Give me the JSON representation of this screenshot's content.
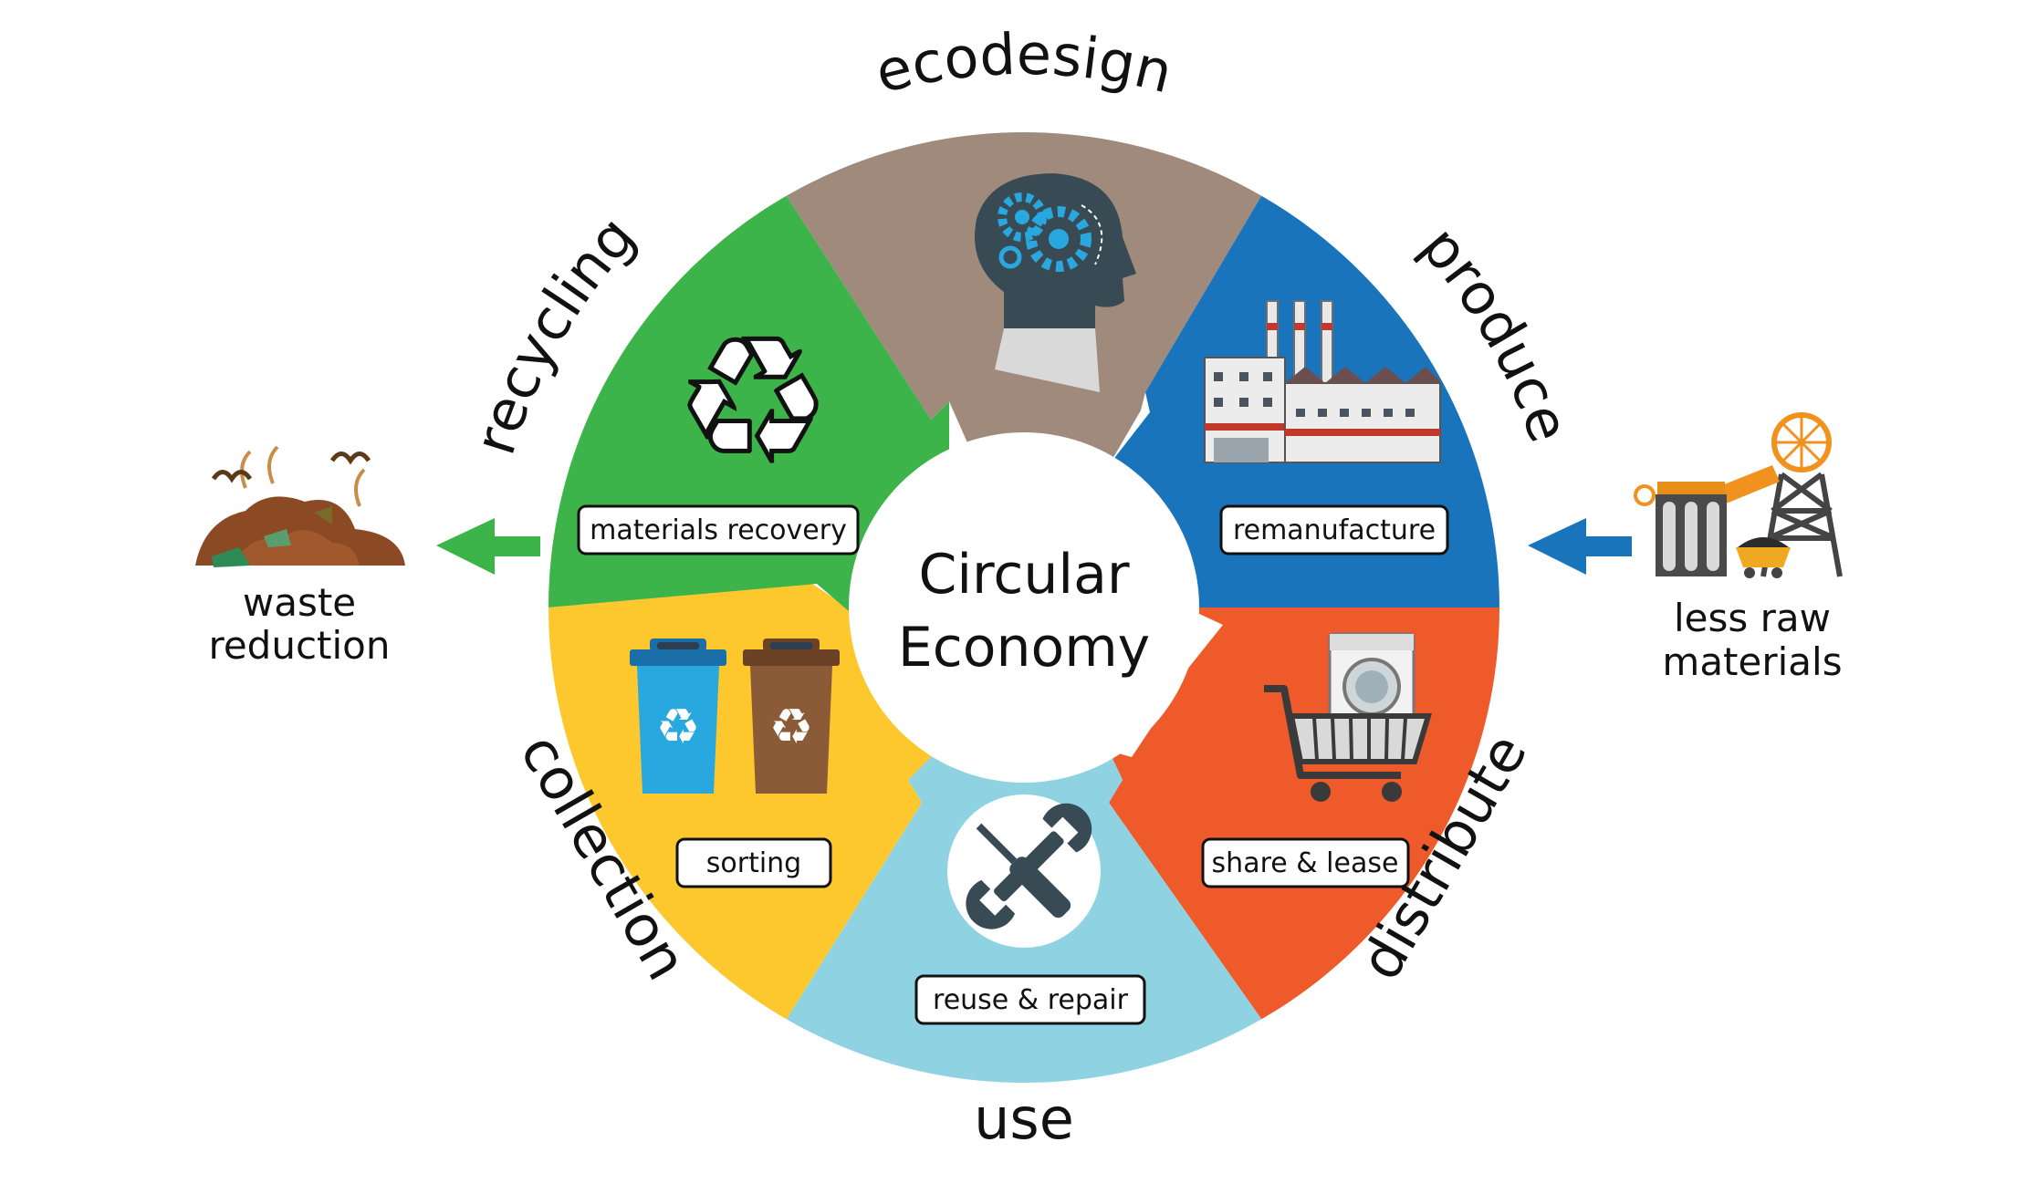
{
  "center": {
    "line1": "Circular",
    "line2": "Economy"
  },
  "stages": {
    "ecodesign": "ecodesign",
    "produce": "produce",
    "distribute": "distribute",
    "use": "use",
    "collection": "collection",
    "recycling": "recycling"
  },
  "boxes": {
    "remanufacture": "remanufacture",
    "share_lease": "share & lease",
    "reuse_repair": "reuse & repair",
    "sorting": "sorting",
    "materials_recovery": "materials recovery"
  },
  "left": {
    "line1": "waste",
    "line2": "reduction"
  },
  "right": {
    "line1": "less raw",
    "line2": "materials"
  },
  "colors": {
    "ecodesign": "#a08a7c",
    "produce": "#1a74bb",
    "distribute": "#ee5a2a",
    "use": "#8fd3e3",
    "collection": "#fcc82e",
    "recycling": "#3cb44a",
    "arrow_green": "#3cb44a",
    "arrow_blue": "#1a74bb"
  },
  "icons": {
    "ecodesign": "head-gears-icon",
    "produce": "factory-icon",
    "distribute": "cart-washing-machine-icon",
    "use": "wrench-screwdriver-icon",
    "collection": "recycle-bins-icon",
    "recycling": "recycle-icon",
    "left": "waste-pile-icon",
    "right": "mine-icon"
  }
}
